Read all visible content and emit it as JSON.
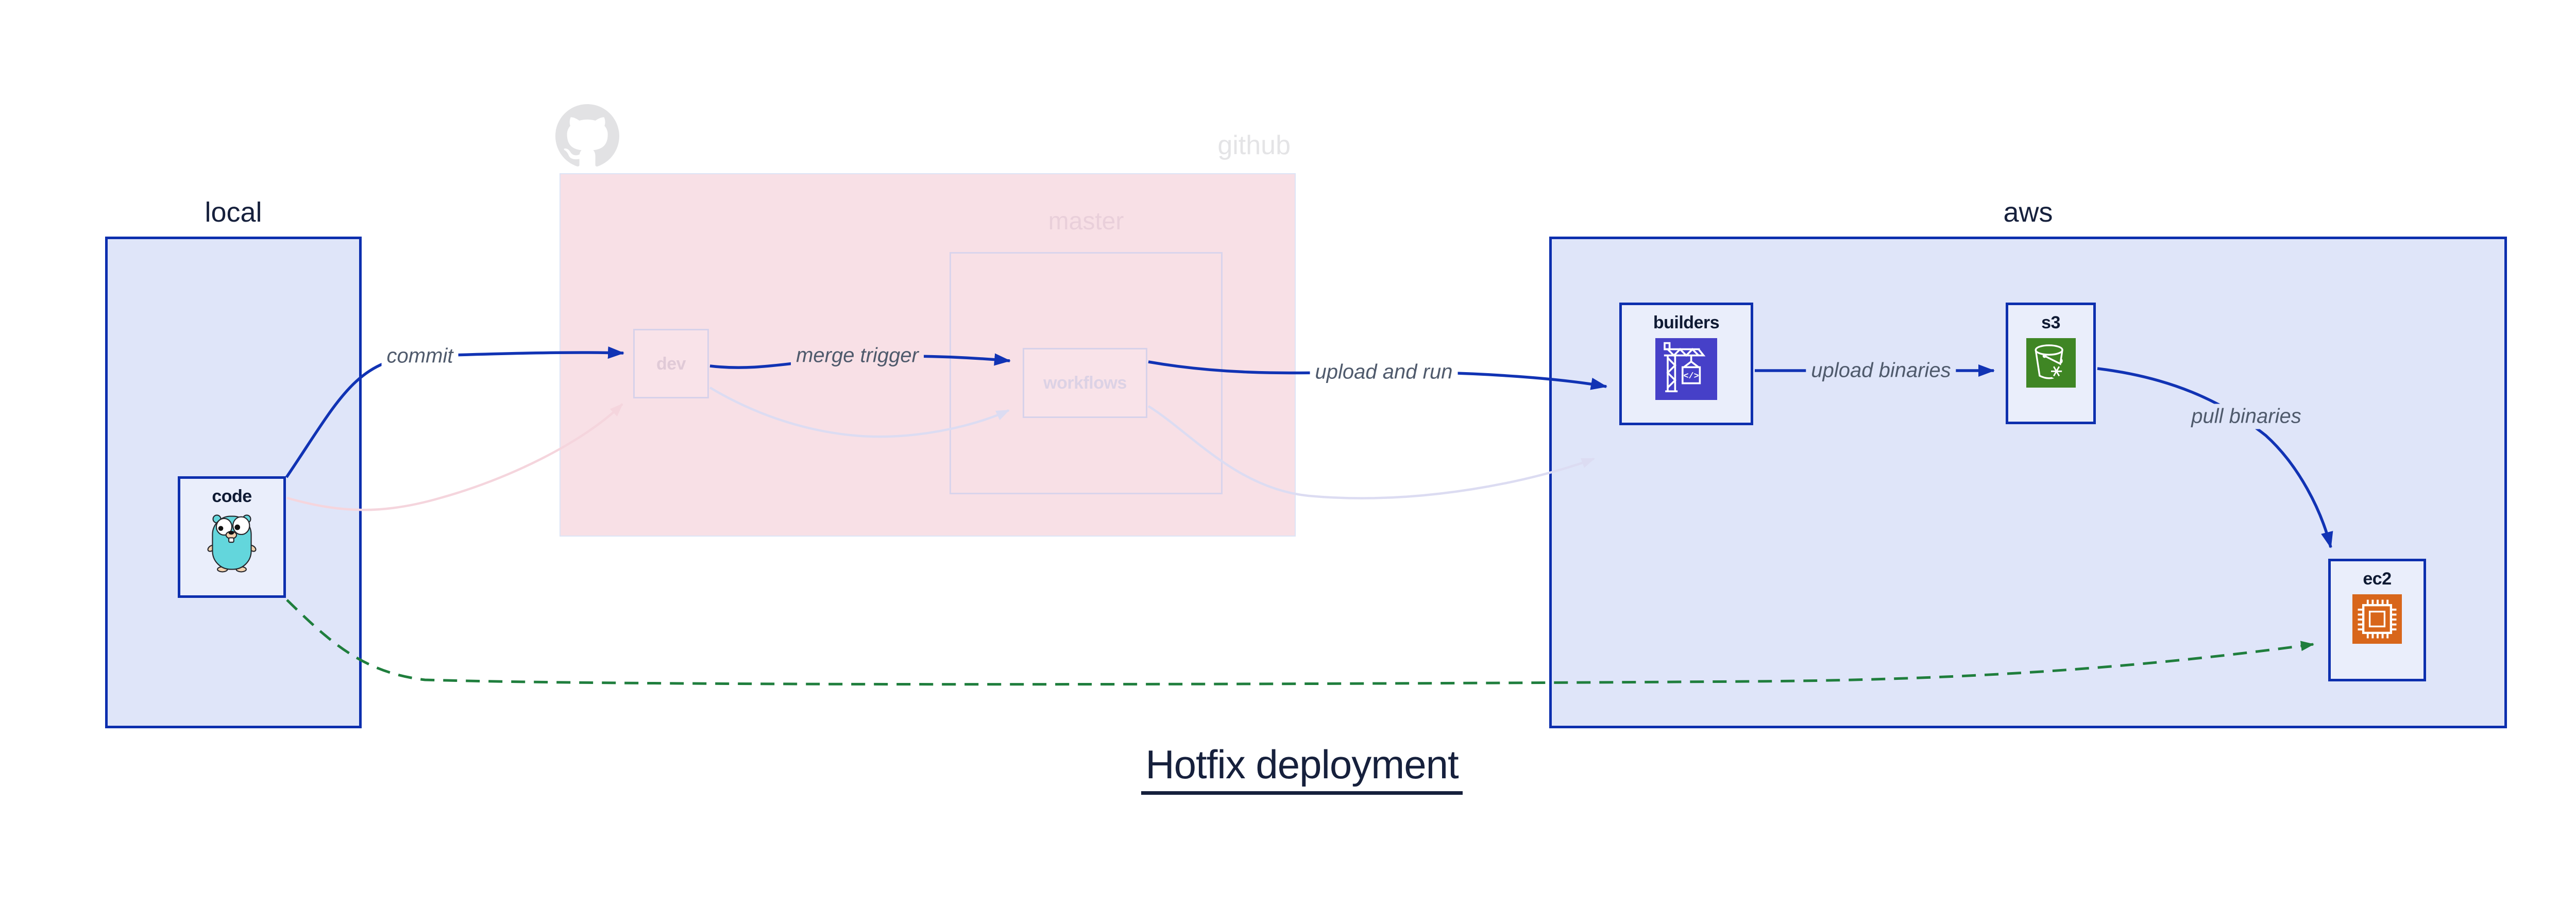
{
  "diagram": {
    "title": "Hotfix deployment",
    "groups": {
      "local": {
        "label": "local"
      },
      "github": {
        "label": "github"
      },
      "master": {
        "label": "master"
      },
      "aws": {
        "label": "aws"
      }
    },
    "nodes": {
      "code": {
        "label": "code",
        "icon": "go-gopher-icon"
      },
      "dev": {
        "label": "dev"
      },
      "workflows": {
        "label": "workflows"
      },
      "builders": {
        "label": "builders",
        "icon": "aws-codebuild-icon"
      },
      "s3": {
        "label": "s3",
        "icon": "aws-s3-bucket-icon"
      },
      "ec2": {
        "label": "ec2",
        "icon": "aws-ec2-chip-icon"
      }
    },
    "edges": [
      {
        "id": "commit",
        "from": "code",
        "to": "dev",
        "label": "commit",
        "style": "bold-blue"
      },
      {
        "id": "merge-trigger",
        "from": "dev",
        "to": "workflows",
        "label": "merge trigger",
        "style": "bold-blue"
      },
      {
        "id": "upload-and-run",
        "from": "workflows",
        "to": "builders",
        "label": "upload and run",
        "style": "bold-blue"
      },
      {
        "id": "upload-binaries",
        "from": "builders",
        "to": "s3",
        "label": "upload binaries",
        "style": "bold-blue"
      },
      {
        "id": "pull-binaries",
        "from": "s3",
        "to": "ec2",
        "label": "pull binaries",
        "style": "bold-blue"
      },
      {
        "id": "hotfix-direct",
        "from": "code",
        "to": "ec2",
        "label": "",
        "style": "dashed-green"
      },
      {
        "id": "code-dev-faded",
        "from": "code",
        "to": "dev",
        "label": "",
        "style": "faded-pink"
      },
      {
        "id": "dev-workflows-faded",
        "from": "dev",
        "to": "workflows",
        "label": "",
        "style": "faded-lavender"
      },
      {
        "id": "workflows-builders-faded",
        "from": "workflows",
        "to": "builders",
        "label": "",
        "style": "faded-lavender"
      }
    ],
    "colors": {
      "container_border_blue": "#0d2fae",
      "container_fill_blue": "#dfe5f9",
      "node_fill_blue": "#eaeefb",
      "github_fill_pink": "#f8e0e6",
      "faded_node_fill": "#f9e3e9",
      "faded_border": "#d7d2ea",
      "arrow_blue": "#1133b4",
      "arrow_green_dashed": "#1f7e3d",
      "arrow_faded_pink": "#f5d5dd",
      "arrow_faded_lavender": "#dcdcf2",
      "edge_label_gray": "#4f5a6c",
      "title_navy": "#16203c",
      "codebuild_icon_bg": "#4640c8",
      "s3_icon_bg": "#3f8624",
      "ec2_icon_bg": "#d8661b",
      "gopher_teal": "#63d6dc",
      "octocat_gray": "#e2e2e4"
    }
  }
}
